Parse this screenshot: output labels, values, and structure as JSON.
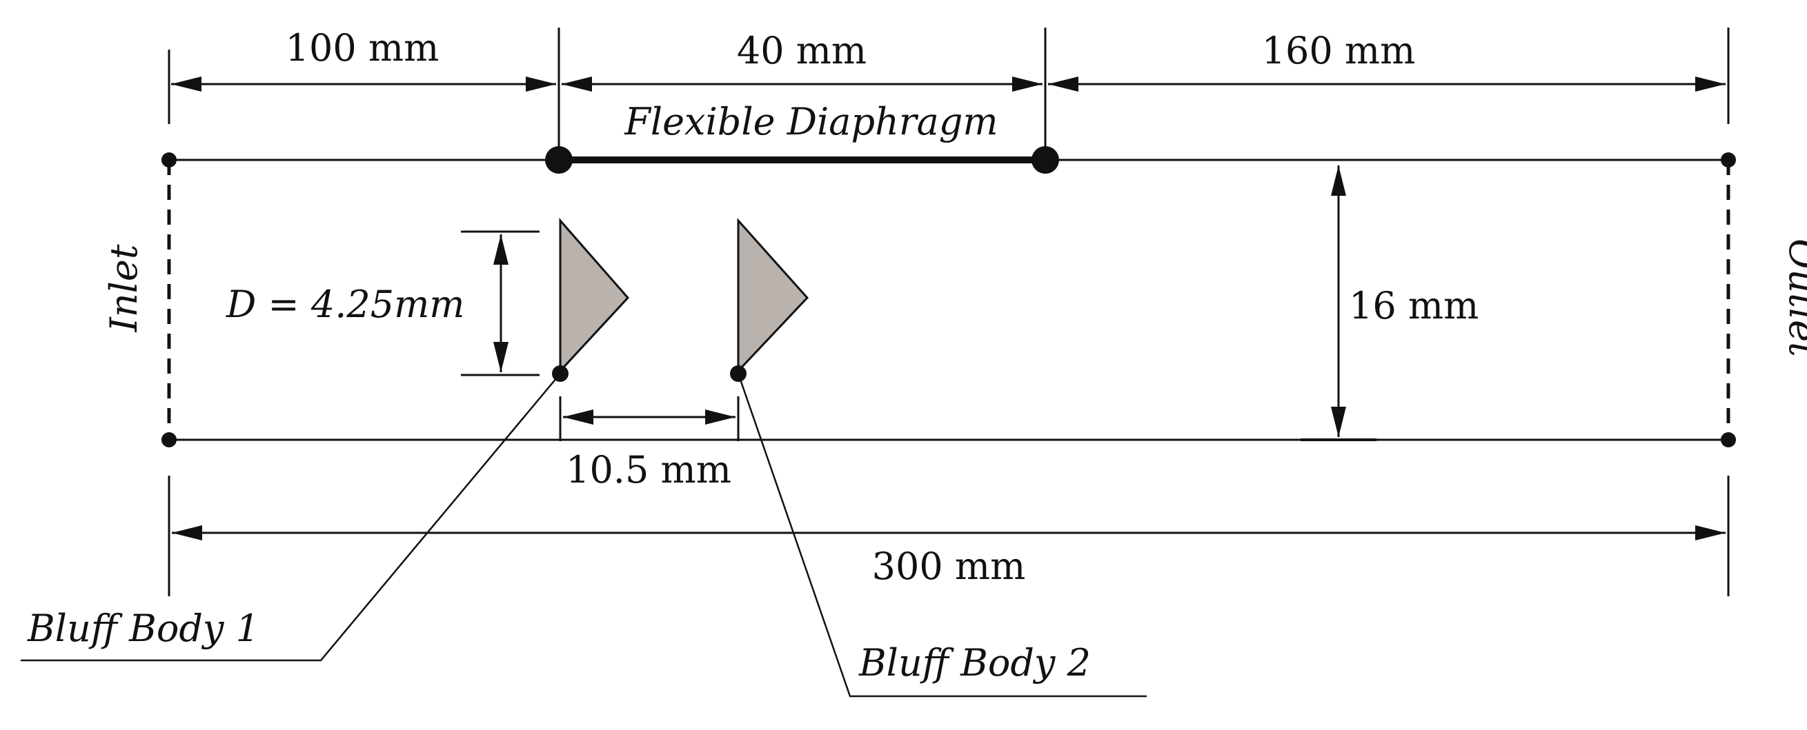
{
  "diagram": {
    "dimensions": {
      "inlet_to_diaphragm": "100 mm",
      "diaphragm_length": "40 mm",
      "diaphragm_to_outlet": "160 mm",
      "channel_height": "16 mm",
      "total_length": "300 mm",
      "body_spacing": "10.5 mm",
      "body_size": "D = 4.25mm"
    },
    "labels": {
      "diaphragm": "Flexible Diaphragm",
      "inlet": "Inlet",
      "outlet": "Outlet",
      "bluff_body_1": "Bluff Body 1",
      "bluff_body_2": "Bluff Body 2"
    },
    "colors": {
      "line": "#111111",
      "bluff_body_fill": "#b9b2ad"
    }
  }
}
